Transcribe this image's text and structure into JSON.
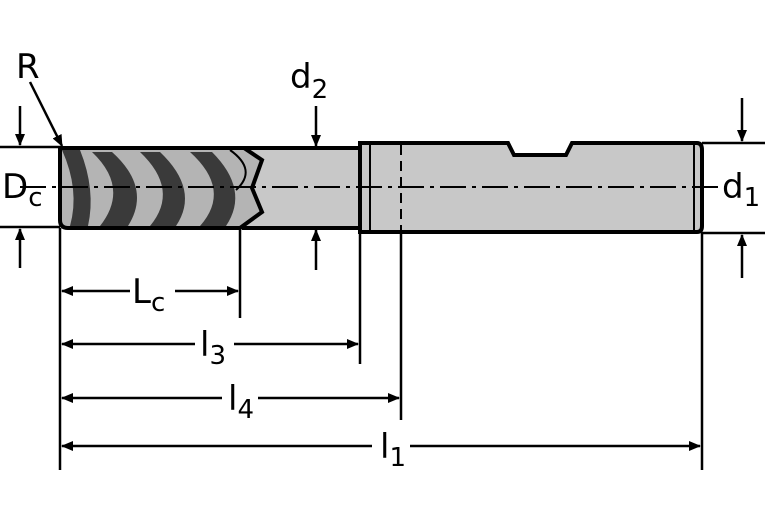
{
  "colors": {
    "shank_fill": "#c8c8c8",
    "flute_fill": "#b4b4b4",
    "flute_dark": "#3a3a3a",
    "line": "#000000",
    "background": "#ffffff"
  },
  "labels": {
    "R": "R",
    "Dc_main": "D",
    "Dc_sub": "c",
    "d2_main": "d",
    "d2_sub": "2",
    "d1_main": "d",
    "d1_sub": "1",
    "Lc_main": "L",
    "Lc_sub": "c",
    "l3_main": "l",
    "l3_sub": "3",
    "l4_main": "l",
    "l4_sub": "4",
    "l1_main": "l",
    "l1_sub": "1"
  }
}
